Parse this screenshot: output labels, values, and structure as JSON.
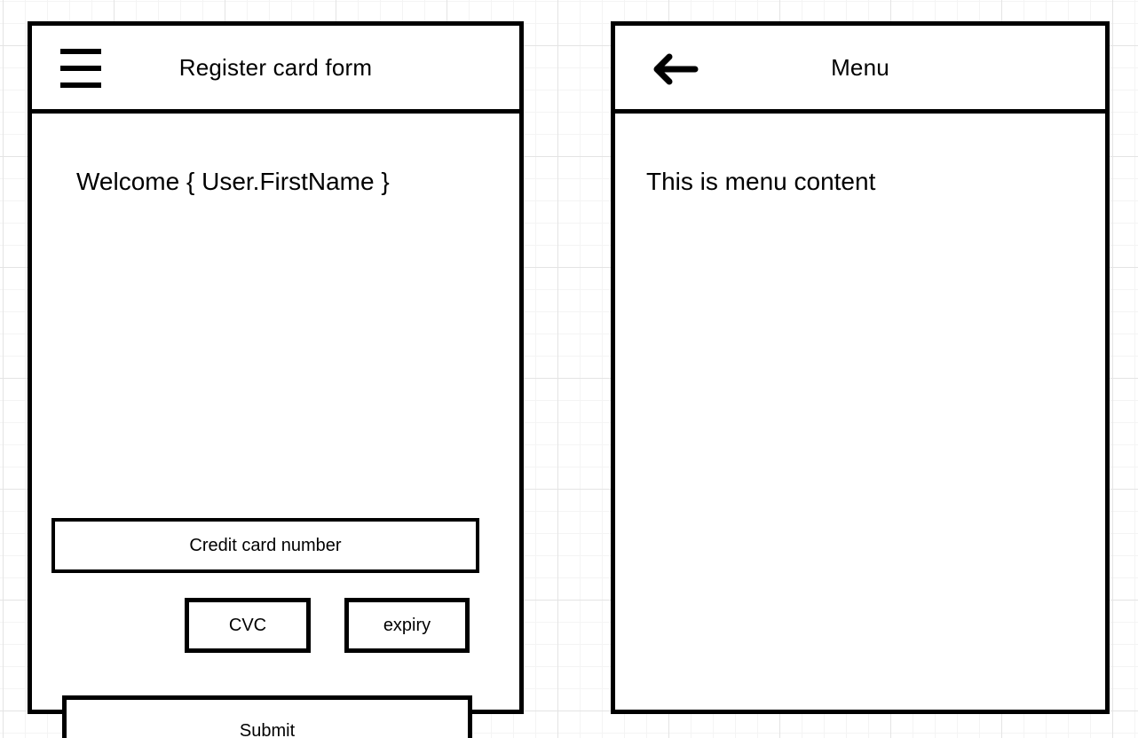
{
  "canvas": {
    "background_color": "#ffffff",
    "grid_minor_color": "#f4f4f4",
    "grid_major_color": "#e4e4e4"
  },
  "colors": {
    "stroke": "#000000",
    "text": "#000000",
    "screen_background": "#ffffff"
  },
  "register_screen": {
    "title": "Register card form",
    "menu_icon": "hamburger-icon",
    "welcome_text": "Welcome { User.FirstName }",
    "fields": {
      "credit_card_label": "Credit card number",
      "cvc_label": "CVC",
      "expiry_label": "expiry"
    },
    "submit_label": "Submit"
  },
  "menu_screen": {
    "title": "Menu",
    "back_icon": "arrow-left-icon",
    "content_text": "This is menu content"
  }
}
